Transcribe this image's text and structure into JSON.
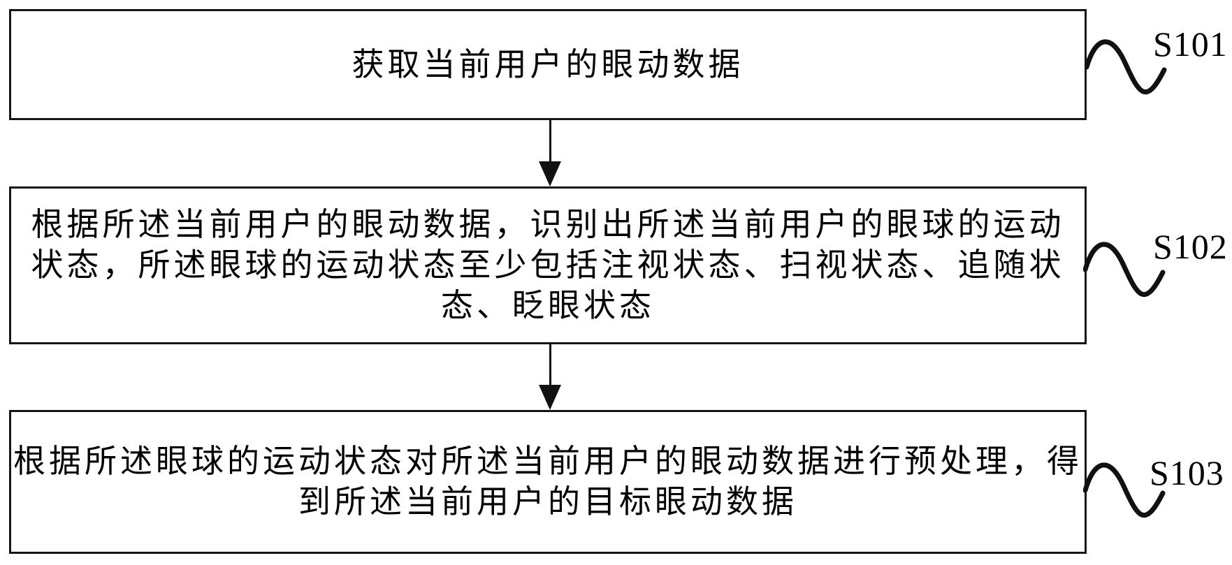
{
  "figure": {
    "type": "flowchart",
    "background_color": "#ffffff",
    "line_color": "#111111",
    "steps": [
      {
        "label": "S101",
        "text": "获取当前用户的眼动数据",
        "lines": [
          "获取当前用户的眼动数据"
        ]
      },
      {
        "label": "S102",
        "text": "根据所述当前用户的眼动数据，识别出所述当前用户的眼球的运动状态，所述眼球的运动状态至少包括注视状态、扫视状态、追随状态、眨眼状态",
        "lines": [
          "根据所述当前用户的眼动数据，识别出所述当前用户的眼球的运动",
          "状态，所述眼球的运动状态至少包括注视状态、扫视状态、追随状",
          "态、眨眼状态"
        ]
      },
      {
        "label": "S103",
        "text": "根据所述眼球的运动状态对所述当前用户的眼动数据进行预处理，得到所述当前用户的目标眼动数据",
        "lines": [
          "根据所述眼球的运动状态对所述当前用户的眼动数据进行预处理，得",
          "到所述当前用户的目标眼动数据"
        ]
      }
    ],
    "connectors": [
      {
        "from": "S101",
        "to": "S102",
        "style": "arrow-down"
      },
      {
        "from": "S102",
        "to": "S103",
        "style": "arrow-down"
      }
    ]
  }
}
